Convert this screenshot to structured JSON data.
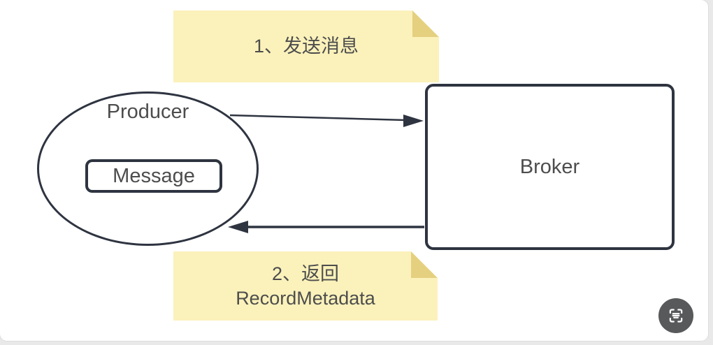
{
  "colors": {
    "page_background": "#e9e9e9",
    "card_background": "#ffffff",
    "shape_stroke": "#2e3440",
    "label_text": "#4d4d4d",
    "note_fill": "#fbf2bb",
    "note_fold": "#e5d080",
    "fab_background": "#58595b",
    "fab_icon": "#ffffff"
  },
  "diagram": {
    "producer_label": "Producer",
    "message_label": "Message",
    "broker_label": "Broker",
    "notes": [
      {
        "lines": [
          "1、发送消息"
        ]
      },
      {
        "lines": [
          "2、返回",
          "RecordMetadata"
        ]
      }
    ],
    "arrows": [
      {
        "name": "send-message",
        "from": "Producer",
        "to": "Broker",
        "direction": "right"
      },
      {
        "name": "return-recordmetadata",
        "from": "Broker",
        "to": "Producer",
        "direction": "left"
      }
    ]
  },
  "fab": {
    "icon": "scan-text-icon"
  }
}
